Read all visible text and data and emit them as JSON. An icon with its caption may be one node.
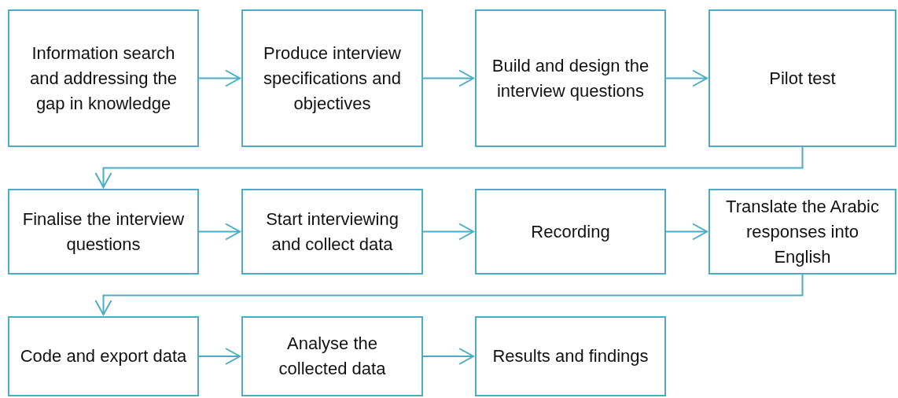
{
  "diagram": {
    "nodes": [
      {
        "text": [
          "Information search and addressing the gap in knowledge"
        ]
      },
      {
        "text": [
          "Produce interview specifications and objectives"
        ]
      },
      {
        "text": [
          "Build and design the interview questions"
        ]
      },
      {
        "text": [
          "Pilot test"
        ]
      },
      {
        "text": [
          "Finalise the interview questions"
        ]
      },
      {
        "text": [
          "Start interviewing and collect data"
        ]
      },
      {
        "text": [
          "Recording"
        ]
      },
      {
        "text": [
          "Translate the Arabic responses into English"
        ]
      },
      {
        "text": [
          "Code and export data"
        ]
      },
      {
        "text": [
          "Analyse the collected data"
        ]
      },
      {
        "text": [
          "Results and findings"
        ]
      }
    ],
    "edges": [
      {
        "from": 0,
        "to": 1,
        "arrow": "to"
      },
      {
        "from": 1,
        "to": 2,
        "arrow": "to"
      },
      {
        "from": 2,
        "to": 3,
        "arrow": "to"
      },
      {
        "from": 3,
        "to": 4,
        "arrow": "to"
      },
      {
        "from": 4,
        "to": 5,
        "arrow": "to"
      },
      {
        "from": 5,
        "to": 6,
        "arrow": "to"
      },
      {
        "from": 6,
        "to": 7,
        "arrow": "to"
      },
      {
        "from": 7,
        "to": 8,
        "arrow": "to"
      },
      {
        "from": 8,
        "to": 9,
        "arrow": "to"
      },
      {
        "from": 9,
        "to": 10,
        "arrow": "to"
      }
    ]
  }
}
